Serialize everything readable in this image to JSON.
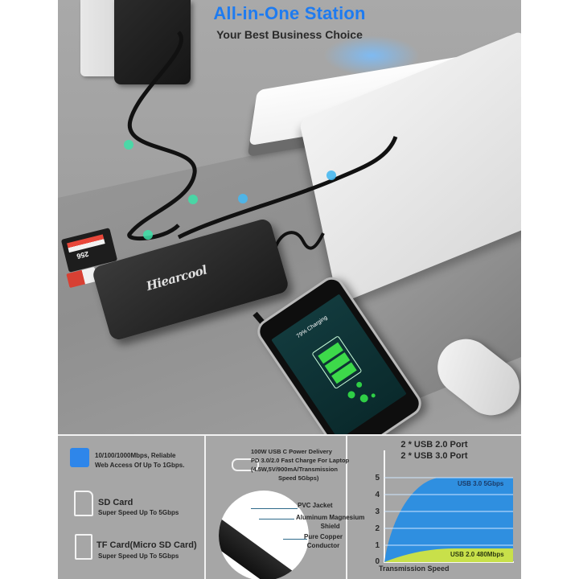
{
  "header": {
    "title": "All-in-One Station",
    "subtitle": "Your Best Business Choice",
    "title_color": "#1e7bf0"
  },
  "scene": {
    "hub_brand": "Hiearcool",
    "sd_card_capacity": "256",
    "phone_status": "79% Charging",
    "cable_icons": [
      "lightning-bolt-icon",
      "lightning-bolt-icon",
      "lightning-bolt-icon",
      "usb-icon",
      "usb-icon",
      "usb-icon"
    ]
  },
  "features": {
    "ethernet": {
      "icon": "ethernet-icon",
      "line1": "10/100/1000Mbps, Reliable",
      "line2": "Web Access Of Up To 1Gbps."
    },
    "sd_card": {
      "icon": "sd-card-icon",
      "title": "SD Card",
      "desc": "Super Speed Up To 5Gbps"
    },
    "tf_card": {
      "icon": "micro-sd-card-icon",
      "title": "TF Card(Micro SD Card)",
      "desc": "Super Speed Up To 5Gbps"
    },
    "usb_c": {
      "icon": "usb-c-port-icon",
      "line1": "100W USB C Power Delivery",
      "line2": "PD 3.0/2.0 Fast Charge For Laptop",
      "line3": "(4.5W,5V/900mA/Transmission",
      "line4": "Speed 5Gbps)"
    },
    "cable_layers": {
      "layer1": "PVC Jacket",
      "layer2a": "Aluminum Magnesium",
      "layer2b": "Shield",
      "layer3a": "Pure Copper",
      "layer3b": "Conductor"
    },
    "usb_ports": {
      "line1": "2 * USB 2.0 Port",
      "line2": "2 * USB 3.0 Port"
    }
  },
  "chart_data": {
    "type": "area",
    "title": "",
    "xlabel": "Transmission Speed",
    "ylabel": "",
    "yticks": [
      "0",
      "1",
      "2",
      "3",
      "4",
      "5"
    ],
    "ylim": [
      0,
      5
    ],
    "grid": true,
    "series": [
      {
        "name": "USB 3.0 5Gbps",
        "color": "#2f8fe0",
        "shape": "rises steeply from 0 and plateaus at 5",
        "plateau": 5
      },
      {
        "name": "USB 2.0 480Mbps",
        "color": "#c8e04a",
        "shape": "rises gently from 0 and plateaus near 0.48",
        "plateau": 0.48
      }
    ]
  }
}
